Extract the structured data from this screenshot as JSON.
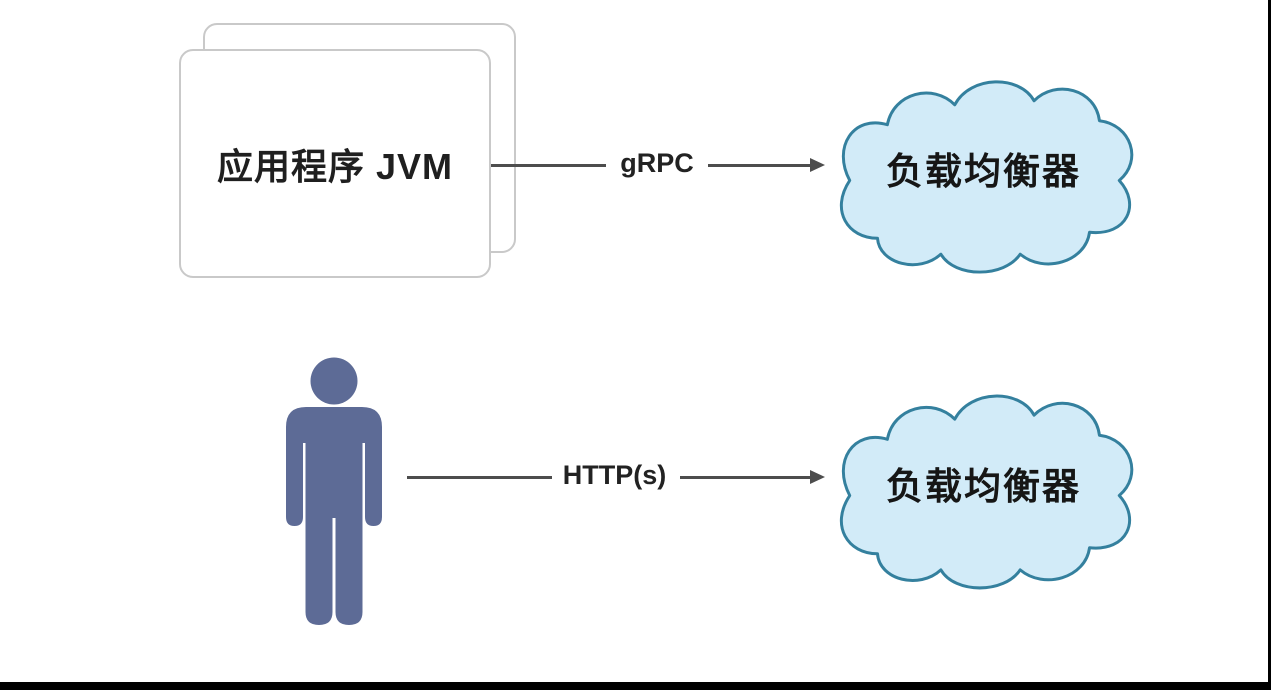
{
  "top_flow": {
    "source_label": "应用程序 JVM",
    "protocol_label": "gRPC",
    "target_label": "负载均衡器"
  },
  "bottom_flow": {
    "source_icon": "person-icon",
    "protocol_label": "HTTP(s)",
    "target_label": "负载均衡器"
  },
  "colors": {
    "cloud_fill": "#d2ebf8",
    "cloud_stroke": "#34809e",
    "person_fill": "#5d6b96",
    "connector_line": "#4d4d4d",
    "box_border": "#c9c9c9",
    "text": "#1f1f1f",
    "frame_edge": "#000000"
  }
}
